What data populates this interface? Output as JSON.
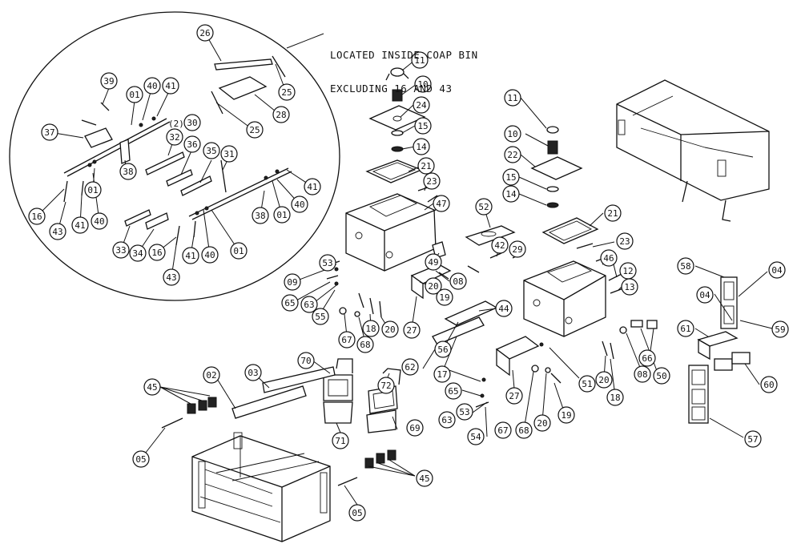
{
  "note": {
    "line1": "LOCATED INSIDE COAP BIN",
    "line2": "EXCLUDING 16 AND 43"
  },
  "qty_note": "(2)",
  "balloons": [
    "26",
    "39",
    "40",
    "41",
    "01",
    "30",
    "25",
    "28",
    "37",
    "32",
    "36",
    "35",
    "31",
    "25",
    "38",
    "41",
    "16",
    "41",
    "40",
    "01",
    "40",
    "01",
    "43",
    "33",
    "34",
    "38",
    "16",
    "41",
    "40",
    "01",
    "43",
    "11",
    "10",
    "24",
    "15",
    "14",
    "21",
    "23",
    "47",
    "52",
    "42",
    "29",
    "49",
    "08",
    "20",
    "19",
    "53",
    "09",
    "65",
    "63",
    "55",
    "67",
    "68",
    "18",
    "20",
    "27",
    "44",
    "56",
    "62",
    "17",
    "11",
    "10",
    "22",
    "15",
    "14",
    "21",
    "23",
    "46",
    "12",
    "13",
    "58",
    "04",
    "04",
    "59",
    "61",
    "60",
    "57",
    "66",
    "50",
    "08",
    "18",
    "20",
    "51",
    "27",
    "19",
    "20",
    "68",
    "67",
    "65",
    "53",
    "63",
    "54",
    "70",
    "72",
    "71",
    "69",
    "02",
    "03",
    "45",
    "05",
    "45",
    "05"
  ]
}
